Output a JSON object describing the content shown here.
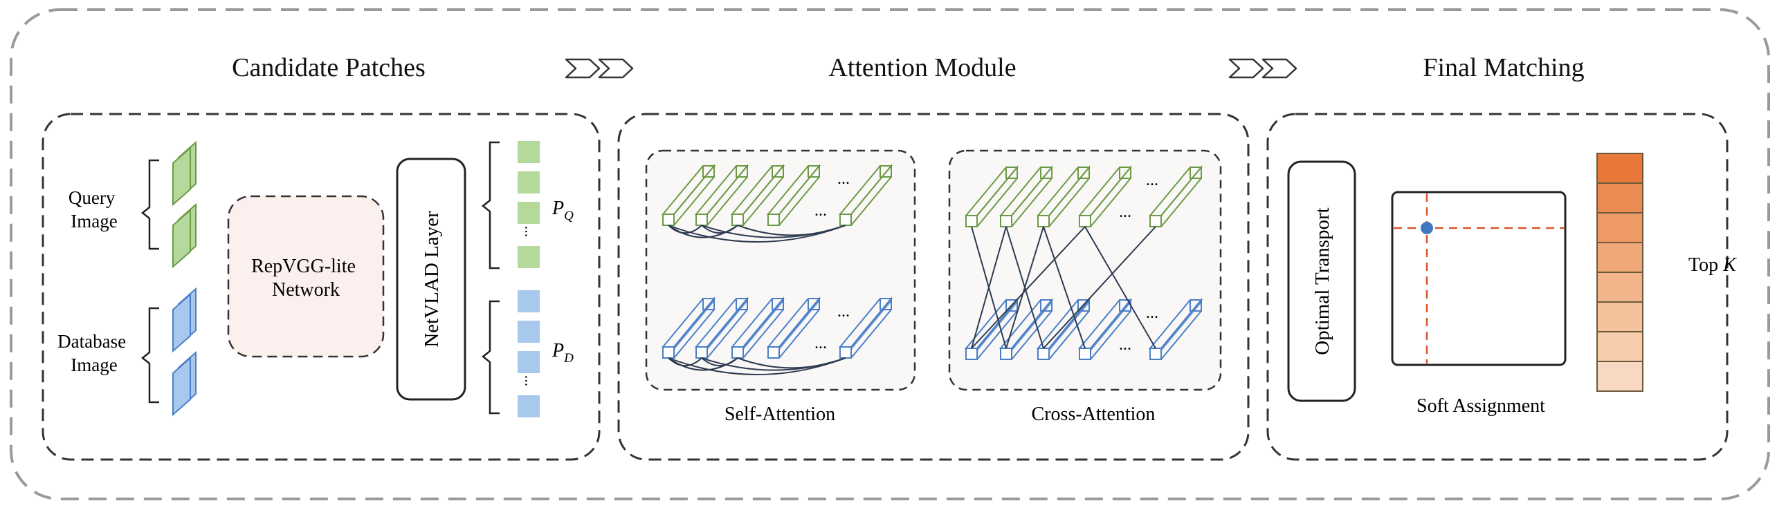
{
  "sections": {
    "candidate": {
      "title": "Candidate Patches",
      "query_label": [
        "Query",
        "Image"
      ],
      "database_label": [
        "Database",
        "Image"
      ],
      "backbone_label": [
        "RepVGG-lite",
        "Network"
      ],
      "netvlad_label": "NetVLAD Layer",
      "pq_label": "P",
      "pq_sub": "Q",
      "pd_label": "P",
      "pd_sub": "D",
      "ellipsis": "..."
    },
    "attention": {
      "title": "Attention Module",
      "self_label": "Self-Attention",
      "cross_label": "Cross-Attention",
      "ellipsis": "..."
    },
    "final": {
      "title": "Final Matching",
      "ot_label": "Optimal Transport",
      "soft_label": "Soft Assignment",
      "topk_label": "Top ",
      "topk_var": "K"
    }
  },
  "colors": {
    "green_fill": "#b5d89b",
    "green_stroke": "#6b9a45",
    "blue_fill": "#a8c8ee",
    "blue_stroke": "#4a7fc8",
    "pink_fill": "#fbf0ee",
    "panel_fill": "#f9f8f6",
    "dashed_red": "#d9572c",
    "dot_blue": "#3f78c0",
    "topk_gradient": [
      "#e8783a",
      "#eb8a52",
      "#ee9a66",
      "#f0a879",
      "#f2b58b",
      "#f4c19d",
      "#f6ccad",
      "#f8d8c2"
    ]
  }
}
